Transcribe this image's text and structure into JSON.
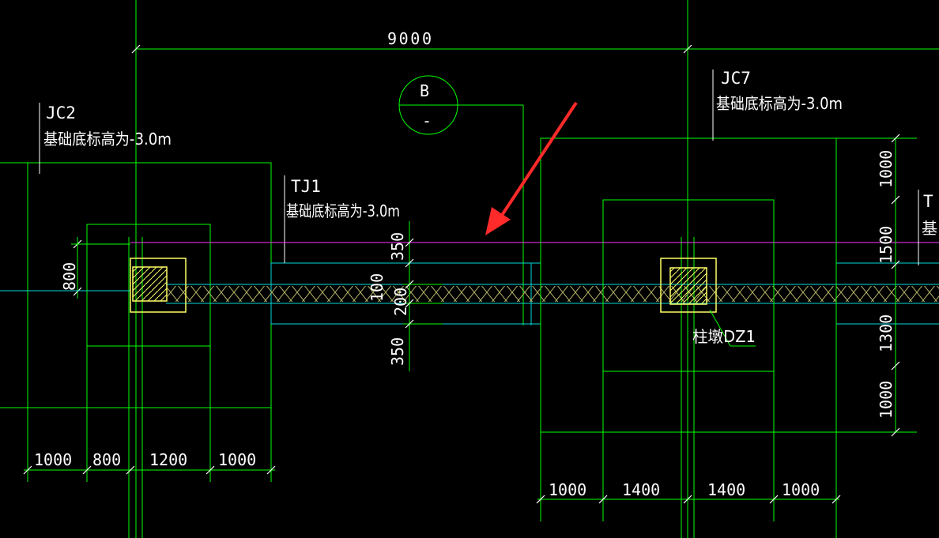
{
  "labels": {
    "top_dim": "9000",
    "axis_bubble_top": "B",
    "axis_bubble_bottom": "-",
    "jc2_name": "JC2",
    "jc2_elev": "基础底标高为-3.0m",
    "tj1_name": "TJ1",
    "tj1_elev": "基础底标高为-3.0m",
    "jc7_name": "JC7",
    "jc7_elev": "基础底标高为-3.0m",
    "right_edge_name": "T",
    "right_edge_elev": "基",
    "pier_label": "柱墩DZ1"
  },
  "dims_left_bottom": [
    "1000",
    "800",
    "1200",
    "1000"
  ],
  "dims_right_bottom": [
    "1000",
    "1400",
    "1400",
    "1000"
  ],
  "dims_left_vertical": [
    "800"
  ],
  "dims_center_vertical": [
    "350",
    "100",
    "200",
    "350"
  ],
  "dims_right_vertical": [
    "1000",
    "1500",
    "1300",
    "1000"
  ],
  "colors": {
    "background": "#000000",
    "outline": "#00ff00",
    "beam": "#00d8d8",
    "column": "#ffff66",
    "axis_line": "#ff33ff",
    "arrow": "#ff2a2a",
    "text": "#ffffff"
  },
  "annotation": "red-arrow-pointer"
}
